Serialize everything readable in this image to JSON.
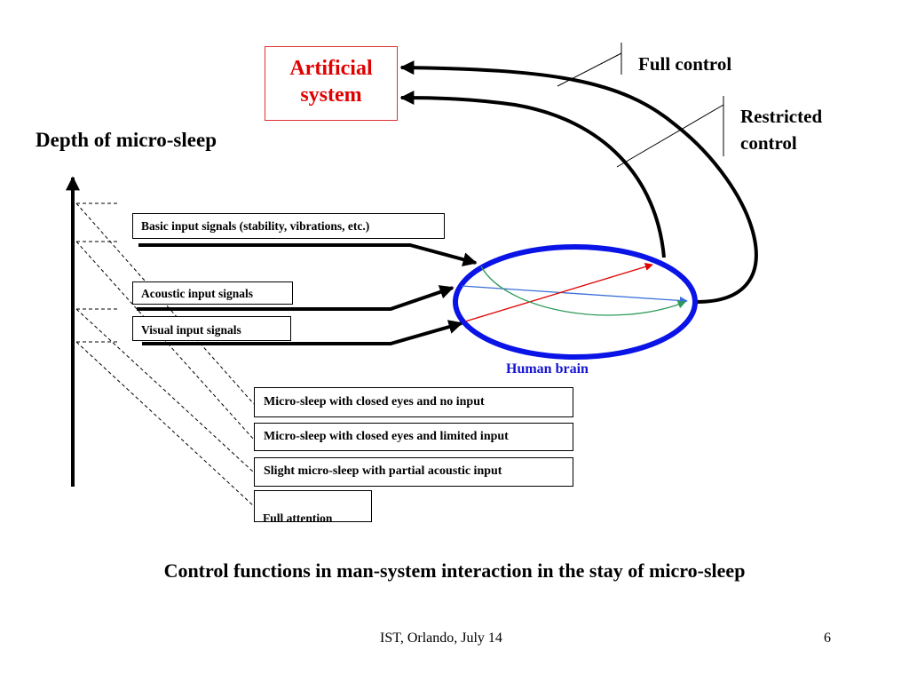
{
  "slide": {
    "artificial_system": [
      "Artificial",
      "system"
    ],
    "full_control": "Full control",
    "restricted_control": [
      "Restricted",
      "control"
    ],
    "depth_title": "Depth of micro-sleep",
    "human_brain": "Human brain",
    "input_signals": [
      "Basic input signals (stability, vibrations, etc.)",
      "Acoustic input signals",
      "Visual input signals"
    ],
    "sleep_levels": [
      "Micro-sleep with closed eyes and no input",
      "Micro-sleep with closed eyes and limited input",
      "Slight micro-sleep with partial acoustic input",
      "Full attention"
    ],
    "caption": "Control functions in man-system interaction in the stay of micro-sleep",
    "footer": "IST, Orlando, July 14",
    "page_number": "6"
  },
  "colors": {
    "brain_outline": "#0a14e6",
    "artificial_text": "#e00000",
    "artificial_border": "#e03030",
    "brain_label": "#1414d2",
    "blue_arrow": "#3a6fd8",
    "red_arrow": "#e00000",
    "green_arrow": "#2e9a5a"
  }
}
